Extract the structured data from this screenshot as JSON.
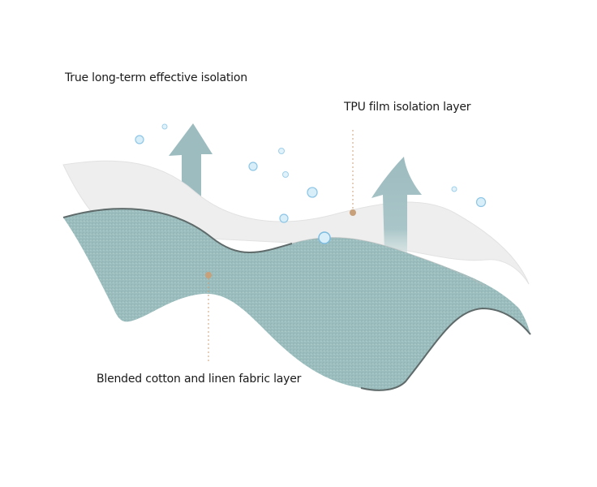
{
  "labels": {
    "headline": "True long-term effective isolation",
    "tpu_layer": "TPU film isolation layer",
    "fabric_layer": "Blended cotton and linen fabric layer"
  },
  "colors": {
    "fabric": "#9bbcbc",
    "fabric_edge": "#5f6a6a",
    "film": "#eeeeee",
    "arrow": "#9dbcc0",
    "leader": "#c8a07a",
    "droplet": "#8ec6e6"
  }
}
